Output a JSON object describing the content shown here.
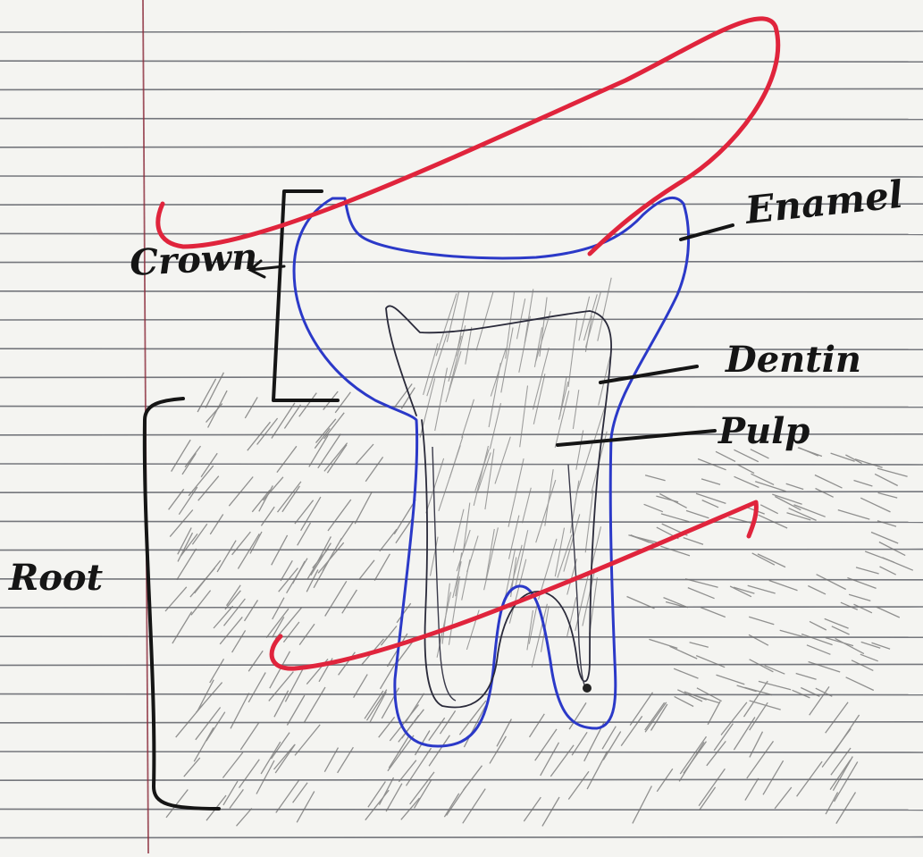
{
  "labels": {
    "crown": "Crown",
    "root": "Root",
    "enamel": "Enamel",
    "dentin": "Dentin",
    "pulp": "Pulp"
  },
  "colors": {
    "paper": "#f4f4f1",
    "rule_line": "#4a4d55",
    "margin_line": "#8a2a3a",
    "tooth_outline": "#2b39c8",
    "ink": "#151515",
    "pencil": "#6f6f6f",
    "correction": "#e0243c"
  }
}
